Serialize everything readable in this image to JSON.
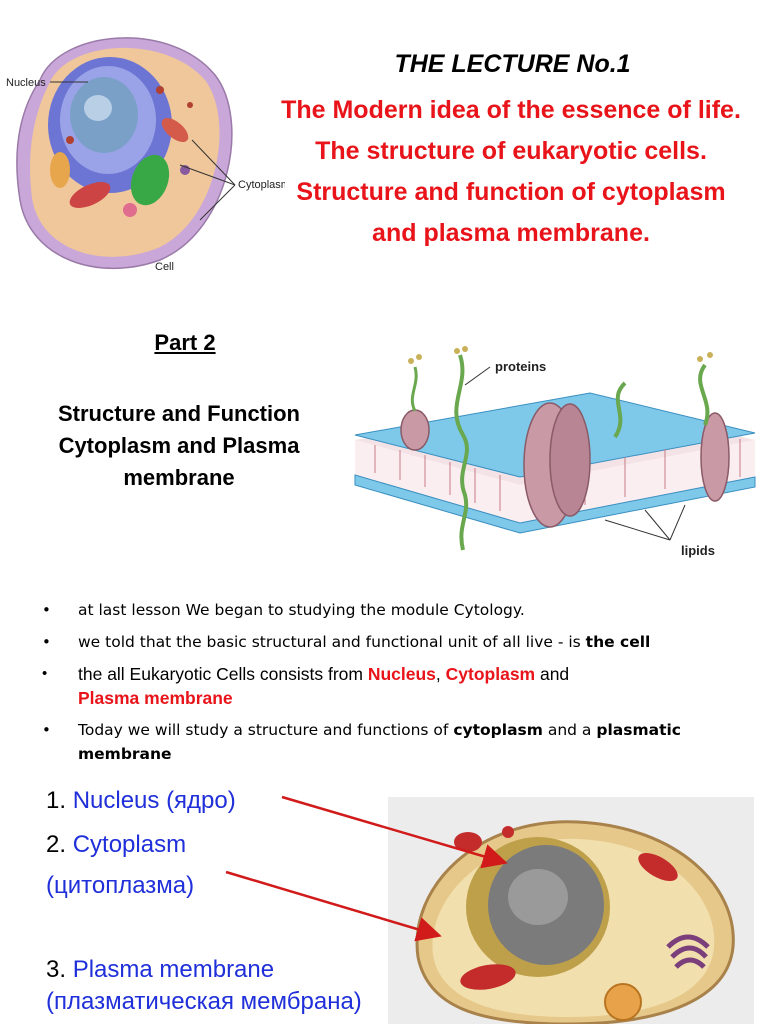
{
  "title": {
    "line1": "THE  LECTURE No.1",
    "main": "The Modern idea of the essence of life. The structure of eukaryotic cells. Structure and function of cytoplasm and plasma membrane."
  },
  "cell_diagram": {
    "nucleus_label": "Nucleus",
    "cytoplasm_label": "Cytoplasm",
    "cell_label": "Cell"
  },
  "part_heading": "Part 2",
  "subtitle": "Structure and Function Cytoplasm and Plasma membrane",
  "membrane_diagram": {
    "proteins_label": "proteins",
    "lipids_label": "lipids"
  },
  "bullets": [
    {
      "text": "at last lesson We began to studying the module Cytology."
    },
    {
      "text_before": "we told that the basic structural and functional unit of all live - is ",
      "bold": "the cell"
    },
    {
      "text_before": "the all Eukaryotic Cells consists from ",
      "red1": "Nucleus",
      "sep1": ", ",
      "red2": "Cytoplasm",
      "sep2": " and ",
      "red3": "Plasma membrane"
    },
    {
      "text_before": "Today we will study a structure and functions of ",
      "bold1": "cytoplasm",
      "mid": " and a ",
      "bold2": "plasmatic membrane"
    }
  ],
  "numbered": [
    {
      "num": "1.",
      "text": "Nucleus (ядро)"
    },
    {
      "num": "2.",
      "text": "Cytoplasm",
      "sub": "(цитоплазма)"
    },
    {
      "num": "3.",
      "text": "Plasma membrane",
      "sub": "(плазматическая мембрана)"
    }
  ],
  "colors": {
    "title_red": "#e8141a",
    "list_blue": "#1f2fd9",
    "arrow_red": "#d11a1a"
  }
}
